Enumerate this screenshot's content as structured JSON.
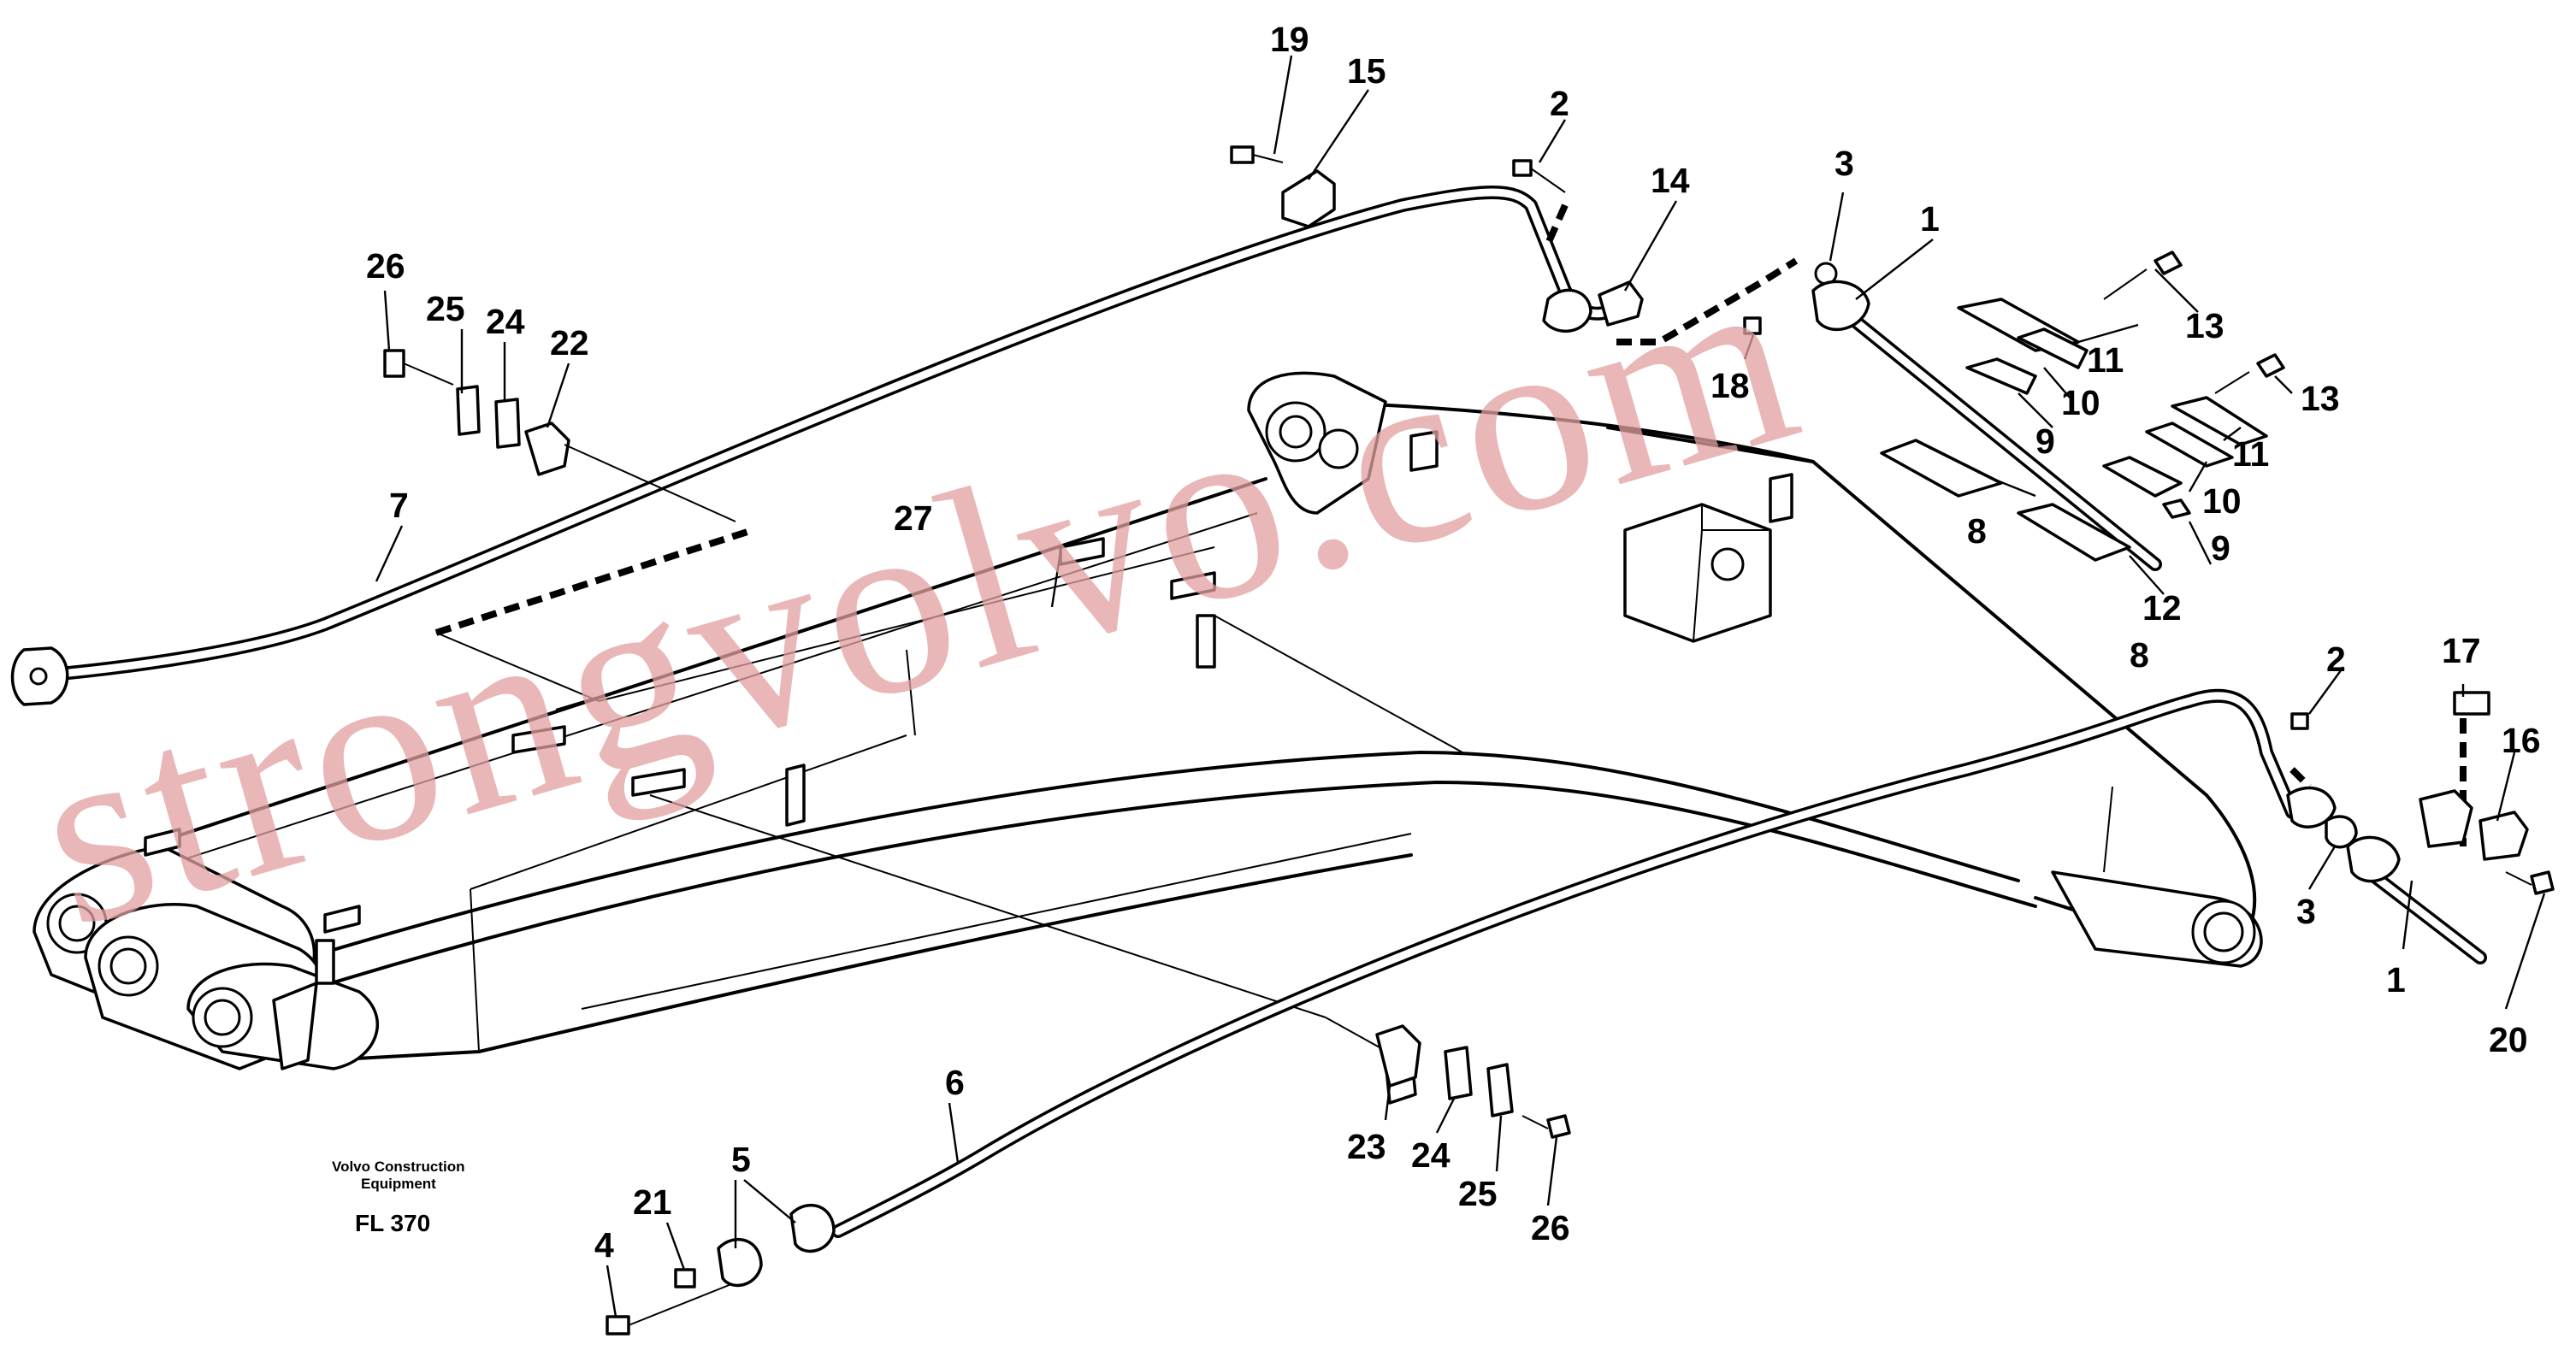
{
  "labels": {
    "n1": "1",
    "n2": "2",
    "n3": "3",
    "n4": "4",
    "n5": "5",
    "n6": "6",
    "n7": "7",
    "n8": "8",
    "n9": "9",
    "n10": "10",
    "n11": "11",
    "n12": "12",
    "n13": "13",
    "n14": "14",
    "n15": "15",
    "n16": "16",
    "n17": "17",
    "n18": "18",
    "n19": "19",
    "n20": "20",
    "n21": "21",
    "n22": "22",
    "n23": "23",
    "n24": "24",
    "n25": "25",
    "n26": "26",
    "n27": "27"
  },
  "caption": {
    "line1": "Volvo Construction",
    "line2": "Equipment",
    "code": "FL 370"
  },
  "watermark": "strongvolvo.com"
}
